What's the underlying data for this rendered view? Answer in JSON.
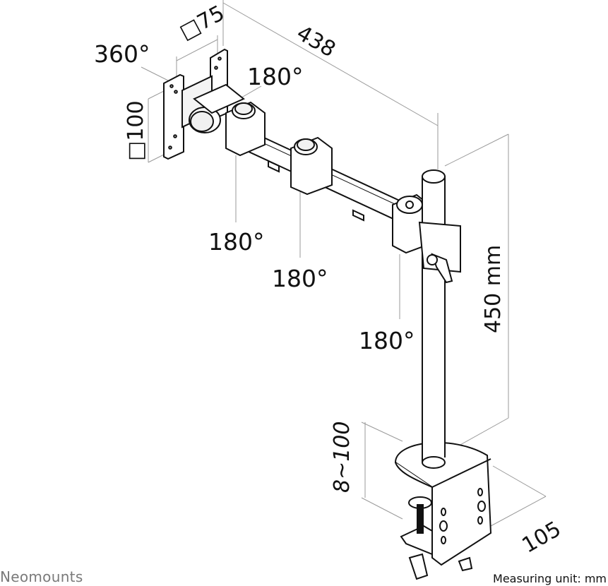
{
  "diagram": {
    "type": "technical-dimension-drawing",
    "subject": "single monitor desk mount with clamp",
    "labels": {
      "vesa_small": "□75",
      "vesa_large": "□100",
      "tilt_rotation": "360°",
      "head_swivel": "180°",
      "joint_1": "180°",
      "joint_2": "180°",
      "joint_3": "180°",
      "arm_length": "438",
      "pole_height": "450 mm",
      "clamp_range": "8~100",
      "clamp_depth": "105"
    },
    "colors": {
      "line": "#111111",
      "dimension_line": "#9a9a9a",
      "brand": "#7a7a7a"
    }
  },
  "footer": {
    "brand": "Neomounts",
    "measuring_unit": "Measuring unit: mm"
  }
}
